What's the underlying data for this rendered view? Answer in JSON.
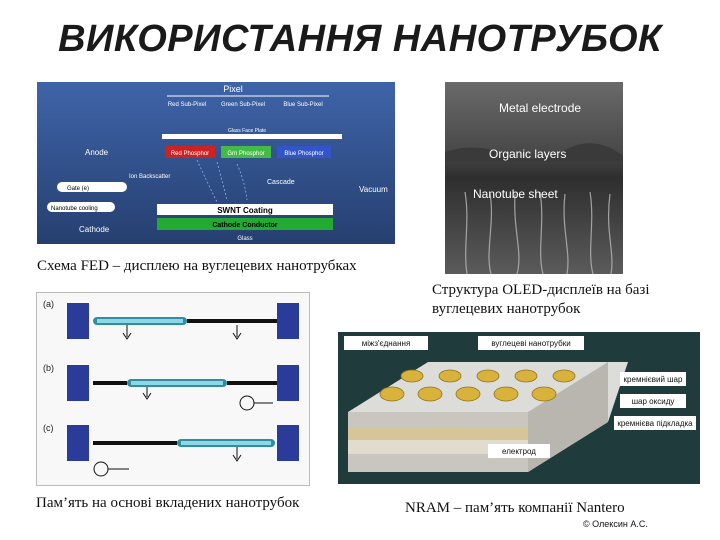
{
  "slide": {
    "title": "ВИКОРИСТАННЯ НАНОТРУБОК",
    "credit": "© Олексин А.С."
  },
  "fed": {
    "caption": "Схема FED – дисплею на вуглецевих нанотрубках",
    "labels": {
      "pixel": "Pixel",
      "red": "Red Sub-Pixel",
      "green": "Green Sub-Pixel",
      "blue": "Blue Sub-Pixel",
      "glass_face": "Glass Face Plate",
      "anode": "Anode",
      "red_ph": "Red Phosphor",
      "green_ph": "Grn Phosphor",
      "blue_ph": "Blue Phosphor",
      "ion": "Ion Backscatter",
      "gate": "Gate (e)",
      "cascade": "Cascade",
      "vacuum": "Vacuum",
      "nanotube": "Nanotube cooling",
      "swnt": "SWNT Coating",
      "conductor": "Cathode Conductor",
      "cathode": "Cathode",
      "glass": "Glass"
    }
  },
  "oled": {
    "caption_line1": "Структура OLED-дисплеїв на базі",
    "caption_line2": "вуглецевих нанотрубок",
    "labels": {
      "metal": "Metal electrode",
      "organic": "Organic layers",
      "sheet": "Nanotube sheet"
    }
  },
  "memory": {
    "caption": "Пам’ять на основі вкладених нанотрубок",
    "rows": [
      "(a)",
      "(b)",
      "(c)"
    ]
  },
  "nram": {
    "caption": "NRAM – пам’ять компанії Nantero",
    "labels": {
      "interconnect": "міжз'єднання",
      "nanotubes": "вуглецеві нанотрубки",
      "silicon": "кремнієвий шар",
      "oxide": "шар оксиду",
      "substrate": "кремнієва підкладка",
      "electrode": "електрод"
    }
  },
  "colors": {
    "fed_bg": "#2f4f86",
    "swnt": "#ffffff",
    "conductor": "#22aa33",
    "red_phosphor": "#cc2222",
    "green_phosphor": "#44bb44",
    "blue_phosphor": "#3355cc",
    "memory_electrode": "#2b3b9a",
    "nram_gold": "#d8b23a"
  }
}
